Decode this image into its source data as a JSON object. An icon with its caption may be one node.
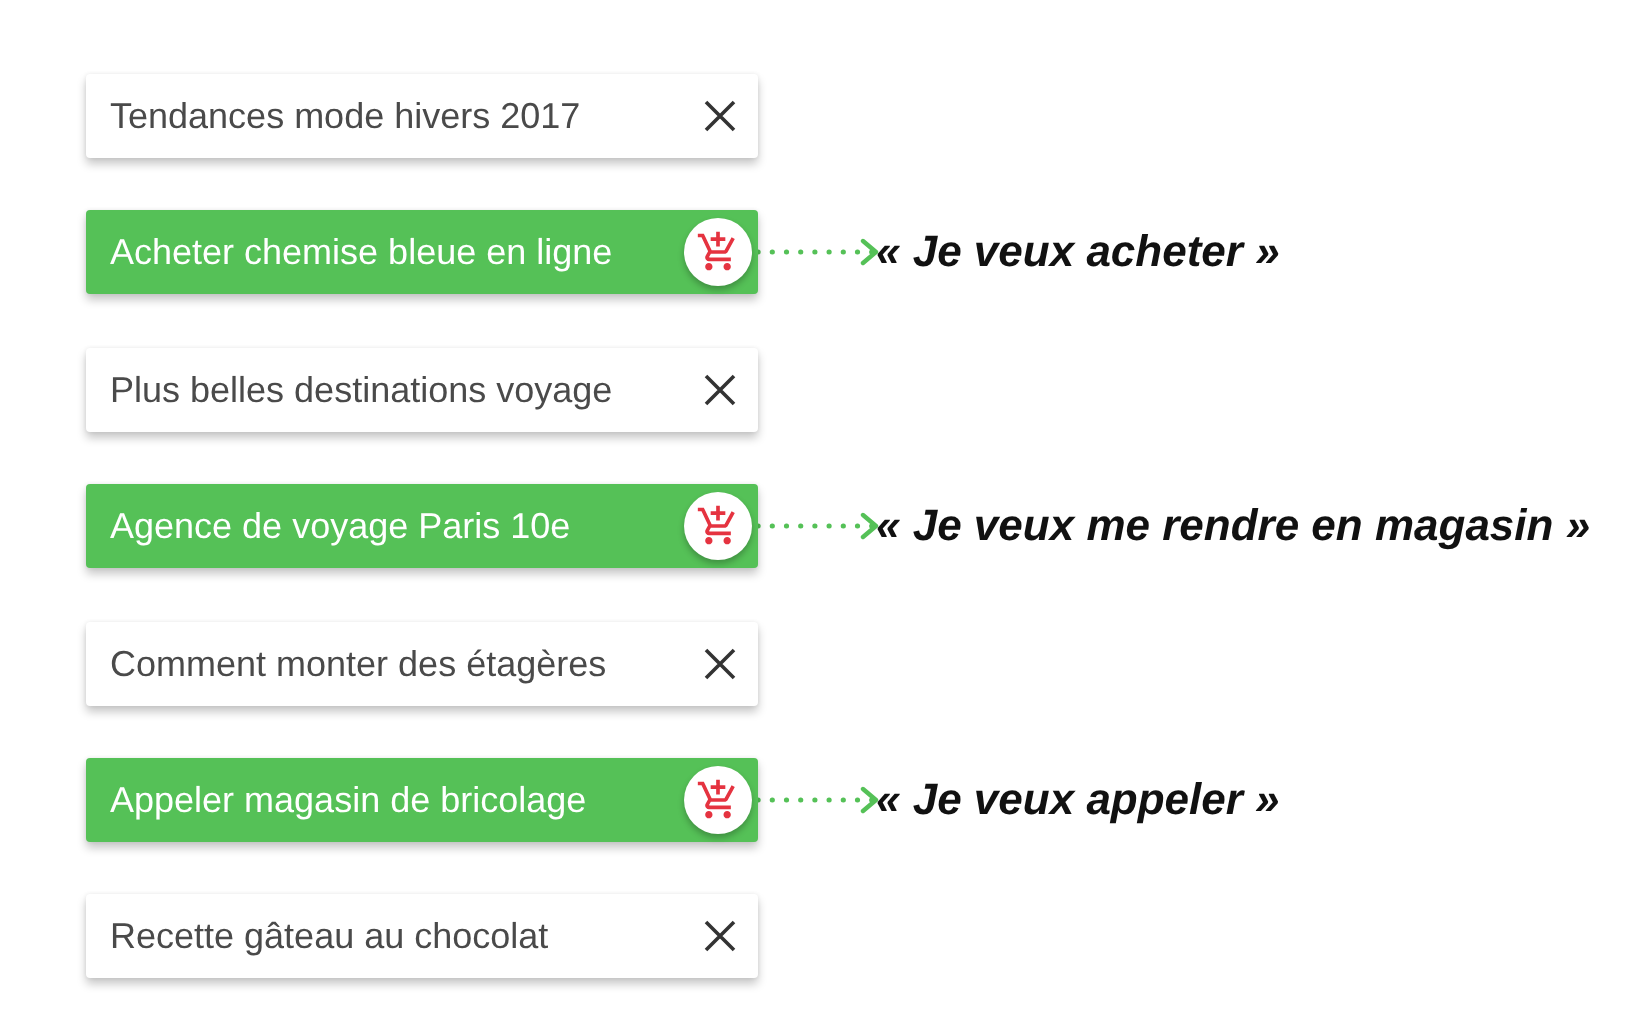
{
  "diagram": {
    "nodes": [
      {
        "text": [
          "Tendances mode hivers 2017"
        ]
      },
      {
        "text": [
          "Acheter chemise bleue en ligne"
        ]
      },
      {
        "text": [
          "« Je veux acheter »"
        ]
      },
      {
        "text": [
          "Plus belles destinations voyage"
        ]
      },
      {
        "text": [
          "Agence de voyage Paris 10e"
        ]
      },
      {
        "text": [
          "« Je veux me rendre en magasin »"
        ]
      },
      {
        "text": [
          "Comment monter des étagères"
        ]
      },
      {
        "text": [
          "Appeler magasin de bricolage"
        ]
      },
      {
        "text": [
          "« Je veux appeler »"
        ]
      },
      {
        "text": [
          "Recette gâteau au chocolat"
        ]
      }
    ],
    "edges": [
      {
        "from": 1,
        "to": 2,
        "arrow": "to",
        "style": "dashed"
      },
      {
        "from": 4,
        "to": 5,
        "arrow": "to",
        "style": "dashed"
      },
      {
        "from": 7,
        "to": 8,
        "arrow": "to",
        "style": "dashed"
      }
    ]
  }
}
